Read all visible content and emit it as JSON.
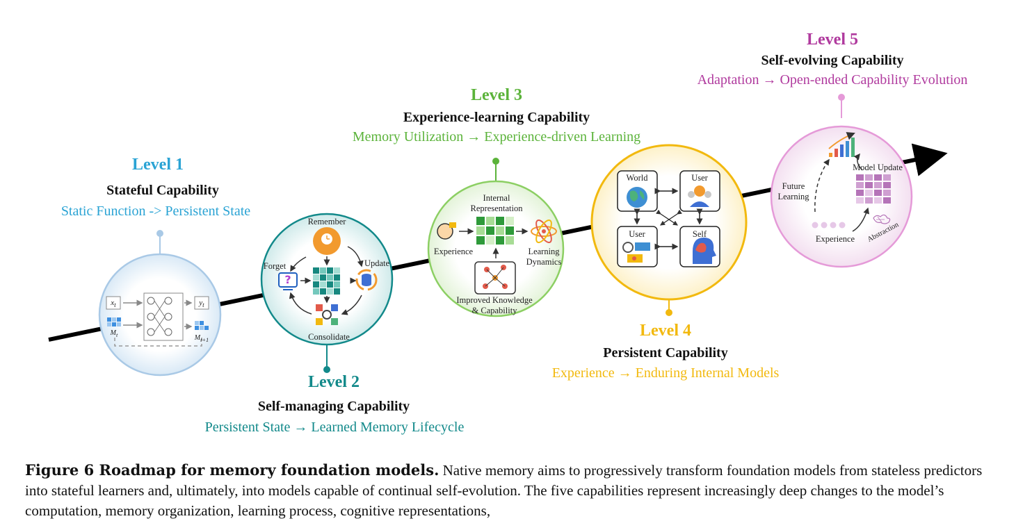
{
  "levels": [
    {
      "label": "Level 1",
      "capability": "Stateful Capability",
      "transition": "Static Function -> Persistent State",
      "color": "#2aa3d4"
    },
    {
      "label": "Level 2",
      "capability": "Self-managing Capability",
      "transition": "Persistent State → Learned Memory Lifecycle",
      "color": "#12898a"
    },
    {
      "label": "Level 3",
      "capability": "Experience-learning Capability",
      "transition": "Memory Utilization → Experience-driven Learning",
      "color": "#5bb33a"
    },
    {
      "label": "Level 4",
      "capability": "Persistent Capability",
      "transition": "Experience → Enduring Internal Models",
      "color": "#f2b90f"
    },
    {
      "label": "Level 5",
      "capability": "Self-evolving Capability",
      "transition": "Adaptation → Open-ended Capability Evolution",
      "color": "#b03a9e"
    }
  ],
  "circle1": {
    "x_label": "x",
    "x_sub": "t",
    "y_label": "y",
    "y_sub": "t",
    "m_label": "M",
    "m_sub": "t",
    "m_next": "M",
    "m_next_sub": "t+1"
  },
  "circle2": {
    "remember": "Remember",
    "forget": "Forget",
    "update": "Update",
    "consolidate": "Consolidate"
  },
  "circle3": {
    "internal_line1": "Internal",
    "internal_line2": "Representation",
    "experience": "Experience",
    "learning_line1": "Learning",
    "learning_line2": "Dynamics",
    "improved_line1": "Improved Knowledge",
    "improved_line2": "& Capability"
  },
  "circle4": {
    "world": "World",
    "user_top": "User",
    "user_bottom": "User",
    "self": "Self"
  },
  "circle5": {
    "model_update": "Model Update",
    "future_line1": "Future",
    "future_line2": "Learning",
    "experience": "Experience",
    "abstraction": "Abstraction"
  },
  "caption": {
    "lead": "Figure 6  Roadmap for memory foundation models.",
    "body": "Native memory aims to progressively transform foundation models from stateless predictors into stateful learners and, ultimately, into models capable of continual self-evolution. The five capabilities represent increasingly deep changes to the model’s computation, memory organization, learning process, cognitive representations,"
  }
}
